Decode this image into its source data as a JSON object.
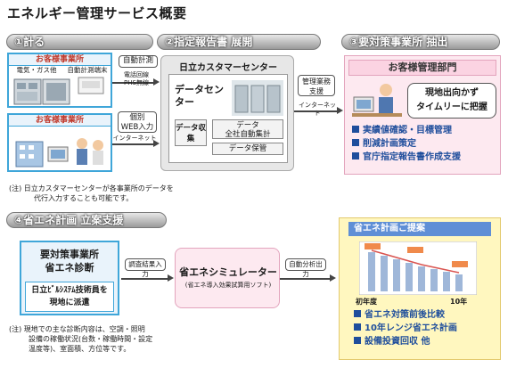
{
  "title": "エネルギー管理サービス概要",
  "sections": {
    "s1": {
      "num": "①",
      "label": "計る"
    },
    "s2": {
      "num": "②",
      "label": "指定報告書 展開"
    },
    "s3": {
      "num": "③",
      "label": "要対策事業所 抽出"
    },
    "s4": {
      "num": "④",
      "label": "省エネ計画 立案支援"
    }
  },
  "measure": {
    "customer_label_1": "お客様事業所",
    "meters_label": "電気・ガス他",
    "auto_meter_terminal": "自動計測端末",
    "auto_measure_pill": "自動計測",
    "transfer_1_line1": "電話回線",
    "transfer_1_line2": "PHS無線",
    "customer_label_2": "お客様事業所",
    "web_input_pill_line1": "個別",
    "web_input_pill_line2": "WEB入力",
    "internet_label": "インターネット"
  },
  "center": {
    "title": "日立カスタマーセンター",
    "data_center": "データセンター",
    "data_collection": "データ収集",
    "auto_total_line1": "データ",
    "auto_total_line2": "全社自動集計",
    "data_storage": "データ保管"
  },
  "mgmt_support": {
    "line1": "管理業務",
    "line2": "支援",
    "internet_label": "インターネット"
  },
  "cust_mgmt": {
    "title": "お客様管理部門",
    "speech_line1": "現地出向かず",
    "speech_line2": "タイムリーに把握",
    "bullets": [
      "実績値確認・目標管理",
      "削減計画策定",
      "官庁指定報告書作成支援"
    ]
  },
  "note1": {
    "line1": "(注) 日立カスタマーセンターが各事業所のデータを",
    "line2": "代行入力することも可能です。"
  },
  "plan": {
    "diag_line1": "要対策事業所",
    "diag_line2": "省エネ診断",
    "dispatch_line1": "日立ﾋﾞﾙｼｽﾃﾑ技術員を",
    "dispatch_line2": "現地に派遣",
    "survey_input": "調査結果入力",
    "simulator_title": "省エネシミュレーター",
    "simulator_sub": "(省エネ導入効果試算用ソフト)",
    "auto_analysis": "自動分析出力",
    "proposal_title": "省エネ計画ご提案",
    "chart_year_first": "初年度",
    "chart_year_tenth": "10年",
    "bullets": [
      "省エネ対策前後比較",
      "10年レンジ省エネ計画",
      "設備投資回収 他"
    ]
  },
  "note2": {
    "line1": "(注) 現地での主な診断内容は、空調・照明",
    "line2": "設備の稼働状況(台数・稼働時間・設定",
    "line3": "温度等)、室面積、方位等です。"
  }
}
